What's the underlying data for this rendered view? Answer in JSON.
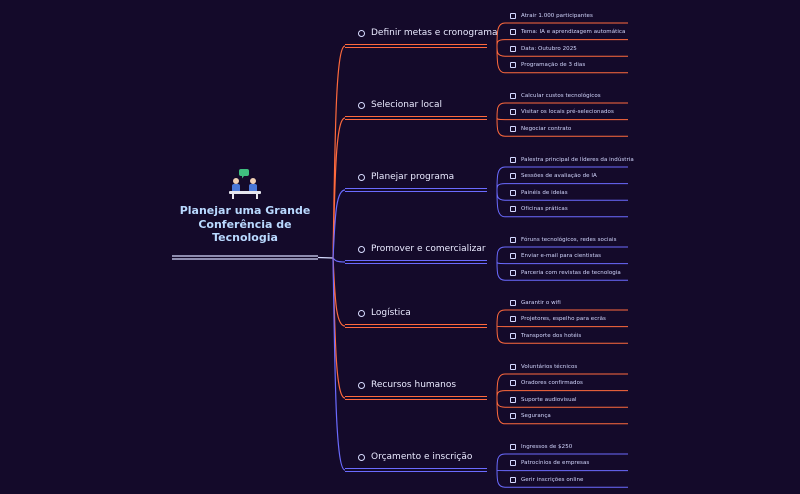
{
  "colors": {
    "background": "#140a2a",
    "orange": "#ff6a3d",
    "blue": "#6b6bff",
    "root_text": "#b9d9ff",
    "node_text": "#eaeaff"
  },
  "root": {
    "title": "Planejar uma Grande\nConferência de\nTecnologia",
    "icon": "meeting-people-icon"
  },
  "branches": [
    {
      "label": "Definir metas e cronograma",
      "color": "orange",
      "items": [
        "Atrair 1.000 participantes",
        "Tema: IA e aprendizagem automática",
        "Data: Outubro 2025",
        "Programação de 3 dias"
      ]
    },
    {
      "label": "Selecionar local",
      "color": "orange",
      "items": [
        "Calcular custos tecnológicos",
        "Visitar os locais pré-selecionados",
        "Negociar contrato"
      ]
    },
    {
      "label": "Planejar programa",
      "color": "blue",
      "items": [
        "Palestra principal de líderes da indústria",
        "Sessões de avaliação de IA",
        "Painéis de ideias",
        "Oficinas práticas"
      ]
    },
    {
      "label": "Promover e comercializar",
      "color": "blue",
      "items": [
        "Fóruns tecnológicos, redes sociais",
        "Enviar e-mail para cientistas",
        "Parceria com revistas de tecnologia"
      ]
    },
    {
      "label": "Logística",
      "color": "orange",
      "items": [
        "Garantir o wifi",
        "Projetores, espelho para ecrãs",
        "Transporte dos hotéis"
      ]
    },
    {
      "label": "Recursos humanos",
      "color": "orange",
      "items": [
        "Voluntários técnicos",
        "Oradores confirmados",
        "Suporte audiovisual",
        "Segurança"
      ]
    },
    {
      "label": "Orçamento e inscrição",
      "color": "blue",
      "items": [
        "Ingressos de $250",
        "Patrocínios de empresas",
        "Gerir inscrições online"
      ]
    }
  ]
}
